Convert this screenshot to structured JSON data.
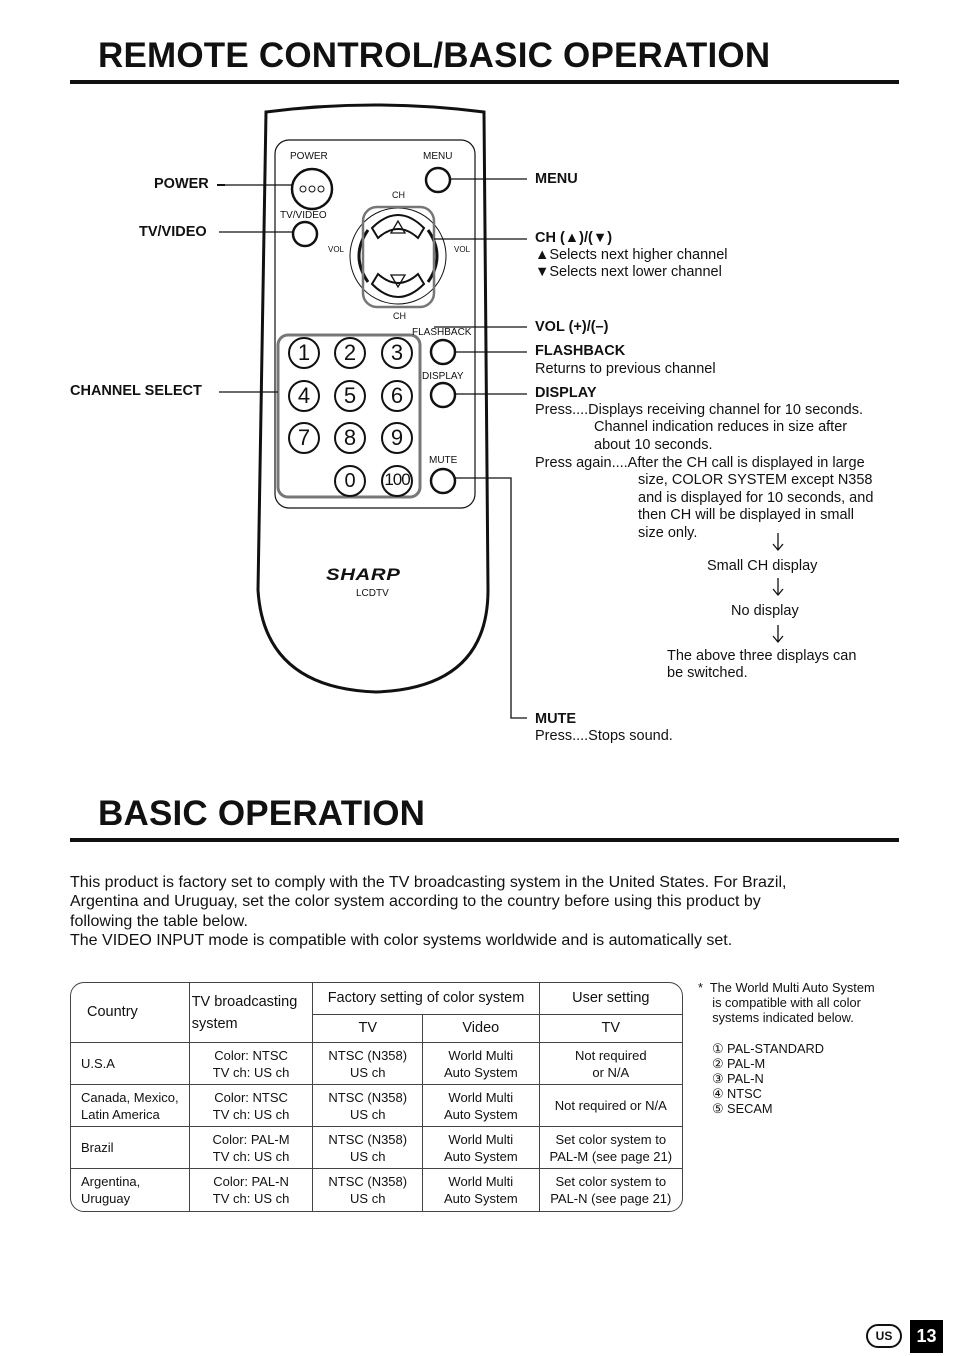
{
  "section1": {
    "title": "REMOTE CONTROL/BASIC OPERATION"
  },
  "remote": {
    "labels": {
      "power": "POWER",
      "menu": "MENU",
      "ch_top": "CH",
      "tv_video": "TV/VIDEO",
      "vol_left": "VOL",
      "vol_right": "VOL",
      "ch_bottom": "CH",
      "flashback": "FLASHBACK",
      "display": "DISPLAY",
      "mute": "MUTE"
    },
    "digits": [
      "1",
      "2",
      "3",
      "4",
      "5",
      "6",
      "7",
      "8",
      "9",
      "0",
      "100"
    ],
    "brand": "SHARP",
    "model": "LCDTV"
  },
  "callouts": {
    "power": "POWER",
    "tv_video": "TV/VIDEO",
    "channel_select": "CHANNEL SELECT",
    "menu": "MENU",
    "ch": {
      "title": "CH (▲)/(▼)",
      "up": "▲Selects next higher channel",
      "down": "▼Selects next lower channel"
    },
    "vol": "VOL (+)/(–)",
    "flashback": {
      "title": "FLASHBACK",
      "desc": "Returns to previous channel"
    },
    "display": {
      "title": "DISPLAY",
      "press_lines": [
        "Press....Displays receiving channel for 10 seconds.",
        "Channel indication reduces in size after",
        "about 10 seconds."
      ],
      "again_lines": [
        "Press again....After the CH call is displayed in large",
        "size, COLOR SYSTEM except N358",
        "and is displayed for 10 seconds, and",
        "then CH will be displayed in small",
        "size only."
      ],
      "step1": "Small CH display",
      "step2": "No display",
      "note_lines": [
        "The above three displays can",
        "be switched."
      ]
    },
    "mute": {
      "title": "MUTE",
      "desc": "Press....Stops sound."
    }
  },
  "section2": {
    "title": "BASIC OPERATION",
    "para_lines": [
      "This product is factory set to comply with the TV broadcasting system in the United States. For Brazil,",
      "Argentina and Uruguay, set the color system according to the country before using this product by",
      "following the table below.",
      "The VIDEO INPUT mode is compatible with color systems worldwide and is automatically set."
    ]
  },
  "table": {
    "headers": {
      "country": "Country",
      "tv_broadcasting": "TV broadcasting system",
      "factory": "Factory setting of color system",
      "user": "User setting",
      "tv": "TV",
      "video": "Video",
      "user_tv": "TV"
    },
    "rows": [
      {
        "country": "U.S.A",
        "bcast1": "Color: NTSC",
        "bcast2": "TV ch: US ch",
        "tv1": "NTSC (N358)",
        "tv2": "US ch",
        "vid1": "World Multi",
        "vid2": "Auto System",
        "user1": "Not required",
        "user2": "or N/A"
      },
      {
        "country1": "Canada, Mexico,",
        "country2": "Latin America",
        "bcast1": "Color: NTSC",
        "bcast2": "TV ch: US ch",
        "tv1": "NTSC (N358)",
        "tv2": "US ch",
        "vid1": "World Multi",
        "vid2": "Auto System",
        "user": "Not required or N/A"
      },
      {
        "country": "Brazil",
        "bcast1": "Color: PAL-M",
        "bcast2": "TV ch: US ch",
        "tv1": "NTSC (N358)",
        "tv2": "US ch",
        "vid1": "World Multi",
        "vid2": "Auto System",
        "user1": "Set color system to",
        "user2": "PAL-M (see page 21)"
      },
      {
        "country1": "Argentina,",
        "country2": "Uruguay",
        "bcast1": "Color: PAL-N",
        "bcast2": "TV ch: US ch",
        "tv1": "NTSC (N358)",
        "tv2": "US ch",
        "vid1": "World Multi",
        "vid2": "Auto System",
        "user1": "Set color system to",
        "user2": "PAL-N (see page 21)"
      }
    ]
  },
  "footnote": {
    "lines": [
      "*  The World Multi Auto System",
      "    is compatible with all color",
      "    systems indicated below."
    ],
    "systems": [
      "① PAL-STANDARD",
      "② PAL-M",
      "③ PAL-N",
      "④ NTSC",
      "⑤ SECAM"
    ]
  },
  "page": {
    "region": "US",
    "number": "13"
  }
}
